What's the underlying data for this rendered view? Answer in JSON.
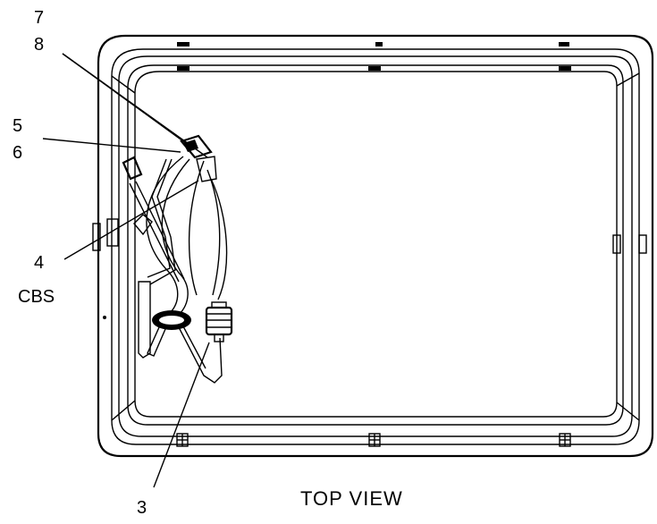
{
  "callouts": {
    "c7": "7",
    "c8": "8",
    "c5": "5",
    "c6": "6",
    "c4": "4",
    "cbs": "CBS",
    "c3": "3"
  },
  "caption": "TOP VIEW"
}
